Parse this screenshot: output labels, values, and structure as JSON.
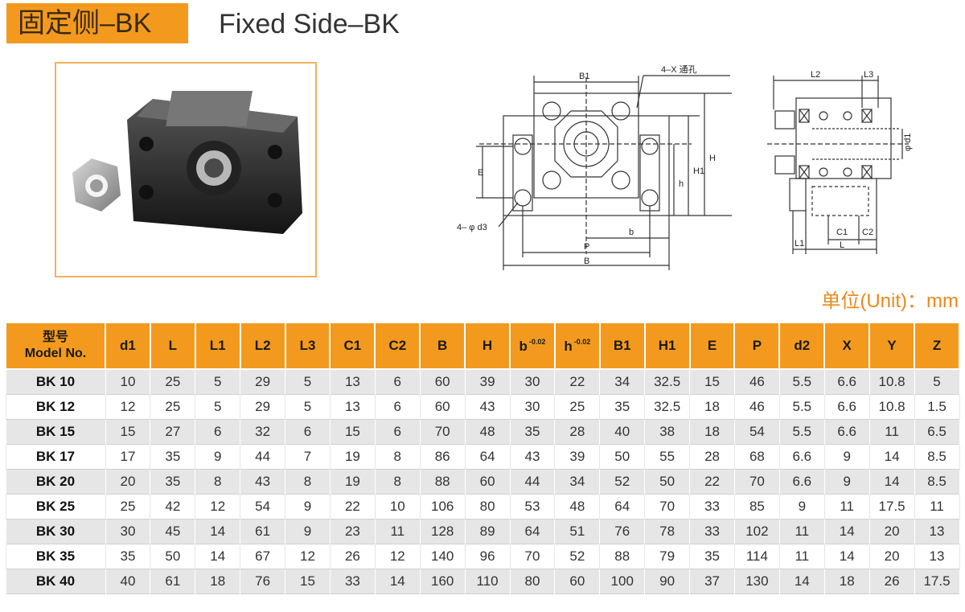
{
  "header": {
    "title_cn": "固定侧–BK",
    "title_en": "Fixed Side–BK"
  },
  "drawing_labels": {
    "B1": "B1",
    "holes": "4–X 通孔",
    "E": "E",
    "h": "h",
    "H1": "H1",
    "H": "H",
    "d3": "4– φ d3",
    "b": "b",
    "P": "P",
    "B": "B",
    "L2": "L2",
    "L3": "L3",
    "d1": "φ d1",
    "C1": "C1",
    "C2": "C2",
    "L1": "L1",
    "L": "L"
  },
  "unit_label": "单位(Unit)：mm",
  "table": {
    "model_header_cn": "型号",
    "model_header_en": "Model No.",
    "tolerance": "-0.02",
    "columns": [
      "d1",
      "L",
      "L1",
      "L2",
      "L3",
      "C1",
      "C2",
      "B",
      "H",
      "b",
      "h",
      "B1",
      "H1",
      "E",
      "P",
      "d2",
      "X",
      "Y",
      "Z"
    ],
    "rows": [
      [
        "BK 10",
        "10",
        "25",
        "5",
        "29",
        "5",
        "13",
        "6",
        "60",
        "39",
        "30",
        "22",
        "34",
        "32.5",
        "15",
        "46",
        "5.5",
        "6.6",
        "10.8",
        "5"
      ],
      [
        "BK 12",
        "12",
        "25",
        "5",
        "29",
        "5",
        "13",
        "6",
        "60",
        "43",
        "30",
        "25",
        "35",
        "32.5",
        "18",
        "46",
        "5.5",
        "6.6",
        "10.8",
        "1.5"
      ],
      [
        "BK 15",
        "15",
        "27",
        "6",
        "32",
        "6",
        "15",
        "6",
        "70",
        "48",
        "35",
        "28",
        "40",
        "38",
        "18",
        "54",
        "5.5",
        "6.6",
        "11",
        "6.5"
      ],
      [
        "BK 17",
        "17",
        "35",
        "9",
        "44",
        "7",
        "19",
        "8",
        "86",
        "64",
        "43",
        "39",
        "50",
        "55",
        "28",
        "68",
        "6.6",
        "9",
        "14",
        "8.5"
      ],
      [
        "BK 20",
        "20",
        "35",
        "8",
        "43",
        "8",
        "19",
        "8",
        "88",
        "60",
        "44",
        "34",
        "52",
        "50",
        "22",
        "70",
        "6.6",
        "9",
        "14",
        "8.5"
      ],
      [
        "BK 25",
        "25",
        "42",
        "12",
        "54",
        "9",
        "22",
        "10",
        "106",
        "80",
        "53",
        "48",
        "64",
        "70",
        "33",
        "85",
        "9",
        "11",
        "17.5",
        "11"
      ],
      [
        "BK 30",
        "30",
        "45",
        "14",
        "61",
        "9",
        "23",
        "11",
        "128",
        "89",
        "64",
        "51",
        "76",
        "78",
        "33",
        "102",
        "11",
        "14",
        "20",
        "13"
      ],
      [
        "BK 35",
        "35",
        "50",
        "14",
        "67",
        "12",
        "26",
        "12",
        "140",
        "96",
        "70",
        "52",
        "88",
        "79",
        "35",
        "114",
        "11",
        "14",
        "20",
        "13"
      ],
      [
        "BK 40",
        "40",
        "61",
        "18",
        "76",
        "15",
        "33",
        "14",
        "160",
        "110",
        "80",
        "60",
        "100",
        "90",
        "37",
        "130",
        "14",
        "18",
        "26",
        "17.5"
      ]
    ]
  }
}
